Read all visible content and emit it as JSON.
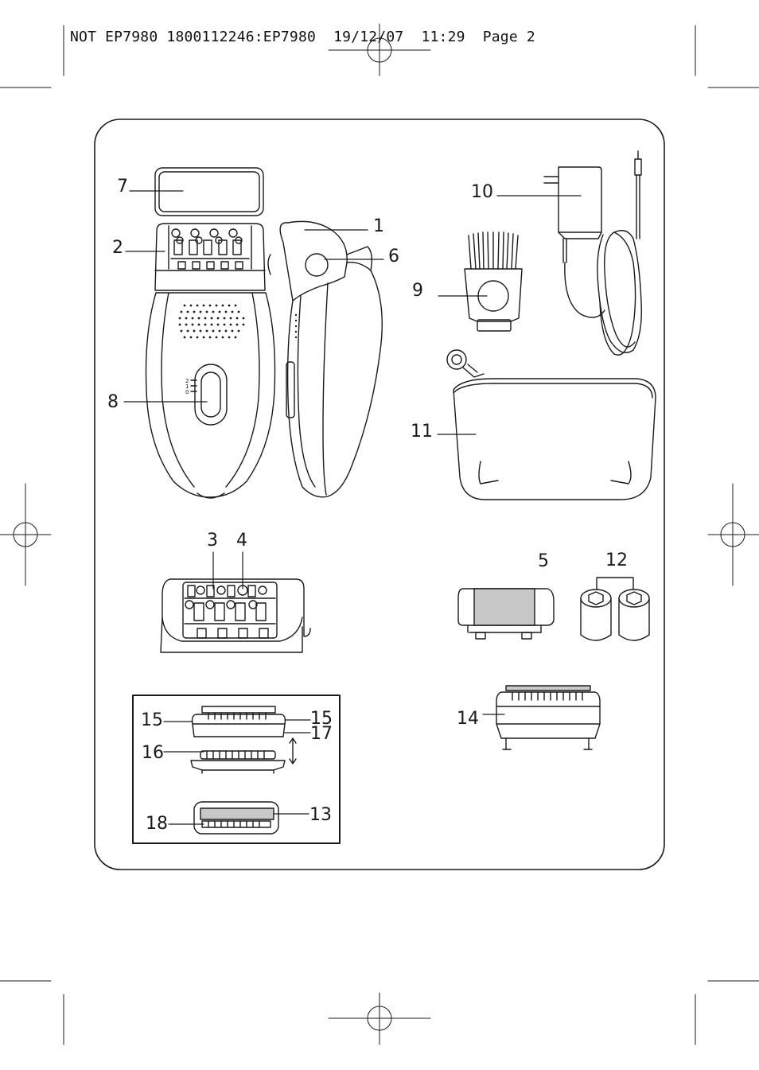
{
  "header": {
    "slug_text": "NOT EP7980 1800112246:EP7980  19/12/07  11:29  Page 2"
  },
  "callouts": {
    "c1": "1",
    "c2": "2",
    "c3": "3",
    "c4": "4",
    "c5": "5",
    "c6": "6",
    "c7": "7",
    "c8": "8",
    "c9": "9",
    "c10": "10",
    "c11": "11",
    "c12": "12",
    "c13": "13",
    "c14": "14",
    "c15a": "15",
    "c15b": "15",
    "c16": "16",
    "c17": "17",
    "c18": "18"
  },
  "switch_positions": {
    "p2": "2",
    "p1": "1",
    "p0": "0"
  },
  "colors": {
    "ink": "#1a1a1a",
    "grey_fill": "#c8c8c8",
    "paper": "#ffffff"
  }
}
